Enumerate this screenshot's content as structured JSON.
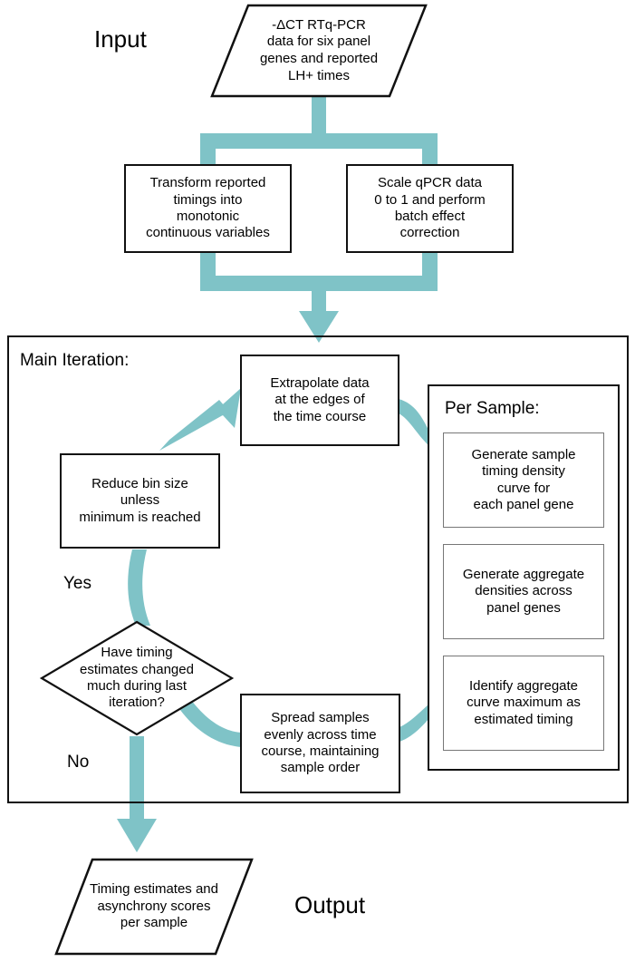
{
  "diagram": {
    "title_input": "Input",
    "title_output": "Output",
    "accent_color": "#7fc3c7",
    "stroke_color": "#111111",
    "subbox_stroke_color": "#777777",
    "background": "#ffffff"
  },
  "input_node": {
    "shape": "parallelogram",
    "text": "-ΔCT RTq-PCR\ndata for six panel\ngenes and reported\nLH+ times"
  },
  "preprocess": [
    {
      "id": "transform",
      "text": "Transform reported\ntimings into\nmonotonic\ncontinuous variables"
    },
    {
      "id": "scale",
      "text": "Scale qPCR data\n0 to 1 and perform\nbatch effect\ncorrection"
    }
  ],
  "main_iteration": {
    "label": "Main Iteration:",
    "nodes": [
      {
        "id": "extrapolate",
        "text": "Extrapolate data\nat the edges of\nthe time course"
      },
      {
        "id": "reduce-bin",
        "text": "Reduce bin size\nunless\nminimum is reached"
      },
      {
        "id": "spread",
        "text": "Spread samples\nevenly across time\ncourse, maintaining\nsample order"
      }
    ],
    "decision": {
      "id": "timing-decision",
      "text": "Have timing\nestimates changed\nmuch during last\niteration?",
      "yes_label": "Yes",
      "no_label": "No"
    },
    "per_sample": {
      "label": "Per Sample:",
      "steps": [
        {
          "id": "gen-sample-density",
          "text": "Generate sample\ntiming density\ncurve for\neach panel gene"
        },
        {
          "id": "gen-aggregate",
          "text": "Generate aggregate\ndensities across\npanel genes"
        },
        {
          "id": "identify-max",
          "text": "Identify aggregate\ncurve maximum as\nestimated timing"
        }
      ]
    }
  },
  "output_node": {
    "shape": "parallelogram",
    "text": "Timing estimates and\nasynchrony scores\nper sample"
  }
}
